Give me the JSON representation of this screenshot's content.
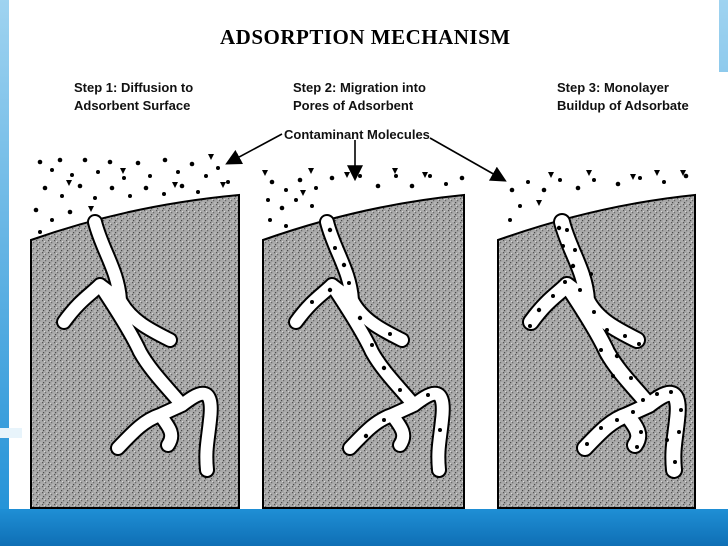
{
  "slide": {
    "title": "ADSORPTION MECHANISM",
    "colors": {
      "frame": "#1d8fd6",
      "granule": "#9a9a9a",
      "pore": "#ffffff",
      "molecule": "#000000"
    }
  },
  "diagram": {
    "steps": [
      {
        "line1": "Step 1: Diffusion to",
        "line2": "Adsorbent Surface"
      },
      {
        "line1": "Step 2: Migration into",
        "line2": "Pores of Adsorbent"
      },
      {
        "line1": "Step 3: Monolayer",
        "line2": "Buildup of Adsorbate"
      }
    ],
    "callout": "Contaminant Molecules"
  }
}
